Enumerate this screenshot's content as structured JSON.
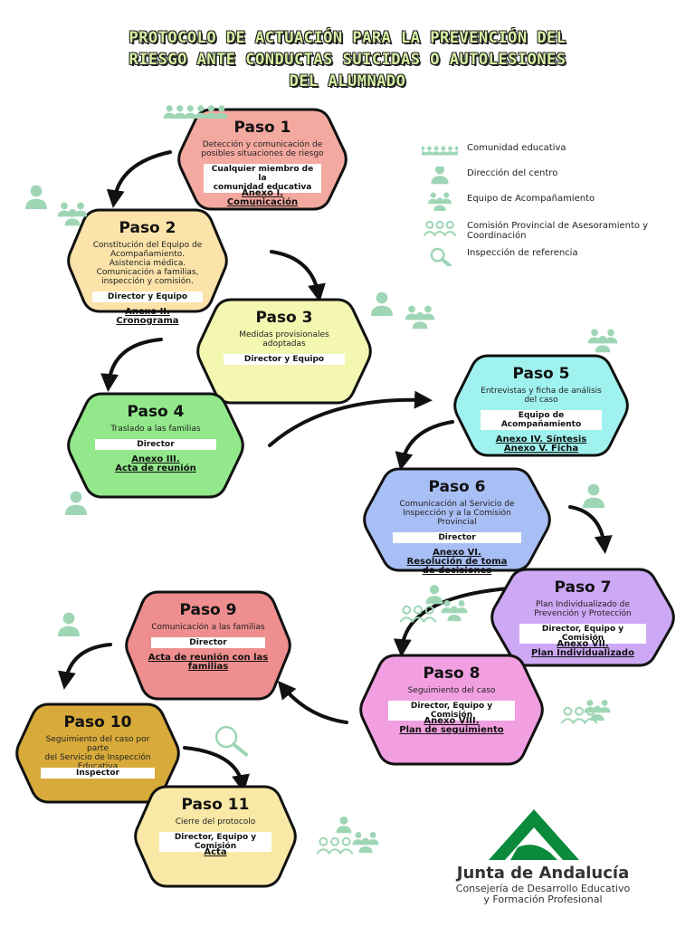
{
  "title_lines": [
    "PROTOCOLO DE ACTUACIÓN PARA LA PREVENCIÓN DEL",
    "RIESGO ANTE CONDUCTAS SUICIDAS O AUTOLESIONES",
    "DEL ALUMNADO"
  ],
  "colors": {
    "paso1": "#f4a9a0",
    "paso2": "#fbe3a9",
    "paso3": "#f3f7b0",
    "paso4": "#92e88a",
    "paso5": "#9ff2ee",
    "paso6": "#a8bff5",
    "paso7": "#cda8f4",
    "paso8": "#f19fe0",
    "paso9": "#ef8e8e",
    "paso10": "#d7aa3a",
    "paso11": "#fae9a6",
    "icon_green": "#9ed6b5",
    "logo_green": "#0a8a3a"
  },
  "steps": [
    {
      "title": "Paso 1",
      "desc": [
        "Detección y comunicación de",
        "posibles situaciones de riesgo"
      ],
      "role": [
        "Cualquier miembro de la",
        "comunidad educativa"
      ],
      "annex": [
        "Anexo I.",
        "Comunicación"
      ]
    },
    {
      "title": "Paso 2",
      "desc": [
        "Constitución del Equipo de",
        "Acompañamiento.",
        "Asistencia médica.",
        "Comunicación a familias,",
        "inspección y comisión."
      ],
      "role": [
        "Director y Equipo"
      ],
      "annex": [
        "Anexo II.",
        "Cronograma"
      ]
    },
    {
      "title": "Paso 3",
      "desc": [
        "Medidas provisionales",
        "adoptadas"
      ],
      "role": [
        "Director y Equipo"
      ],
      "annex": []
    },
    {
      "title": "Paso 4",
      "desc": [
        "Traslado a las familias"
      ],
      "role": [
        "Director"
      ],
      "annex": [
        "Anexo III.",
        "Acta de reunión"
      ]
    },
    {
      "title": "Paso 5",
      "desc": [
        "Entrevistas y ficha de análisis",
        "del caso"
      ],
      "role": [
        "Equipo de",
        "Acompañamiento"
      ],
      "annex": [
        "Anexo IV. Síntesis",
        "Anexo V. Ficha"
      ]
    },
    {
      "title": "Paso 6",
      "desc": [
        "Comunicación al Servicio de",
        "Inspección y a la Comisión",
        "Provincial"
      ],
      "role": [
        "Director"
      ],
      "annex": [
        "Anexo VI.",
        "Resolución de toma",
        "de decisiones"
      ]
    },
    {
      "title": "Paso 7",
      "desc": [
        "Plan Individualizado de",
        "Prevención y Protección"
      ],
      "role": [
        "Director, Equipo y Comisión"
      ],
      "annex": [
        "Anexo VII.",
        "Plan Individualizado"
      ]
    },
    {
      "title": "Paso 8",
      "desc": [
        "Seguimiento del caso"
      ],
      "role": [
        "Director, Equipo y Comisión"
      ],
      "annex": [
        "Anexo VIII.",
        "Plan de seguimiento"
      ]
    },
    {
      "title": "Paso 9",
      "desc": [
        "Comunicación a las familias"
      ],
      "role": [
        "Director"
      ],
      "annex": [
        "Acta de reunión con las",
        "familias"
      ]
    },
    {
      "title": "Paso 10",
      "desc": [
        "Seguimiento del caso por parte",
        "del Servicio de Inspección",
        "Educativa"
      ],
      "role": [
        "Inspector"
      ],
      "annex": []
    },
    {
      "title": "Paso 11",
      "desc": [
        "Cierre del protocolo"
      ],
      "role": [
        "Director, Equipo y Comisión"
      ],
      "annex": [
        "Acta"
      ]
    }
  ],
  "legend": [
    {
      "icon": "community-icon",
      "label": "Comunidad educativa"
    },
    {
      "icon": "director-icon",
      "label": "Dirección del centro"
    },
    {
      "icon": "team-icon",
      "label": "Equipo de Acompañamiento"
    },
    {
      "icon": "commission-icon",
      "label": "Comisión Provincial de Asesoramiento y Coordinación"
    },
    {
      "icon": "inspection-icon",
      "label": "Inspección de referencia"
    }
  ],
  "brand": {
    "name": "Junta de Andalucía",
    "sub": [
      "Consejería de Desarrollo Educativo",
      "y Formación Profesional"
    ]
  }
}
